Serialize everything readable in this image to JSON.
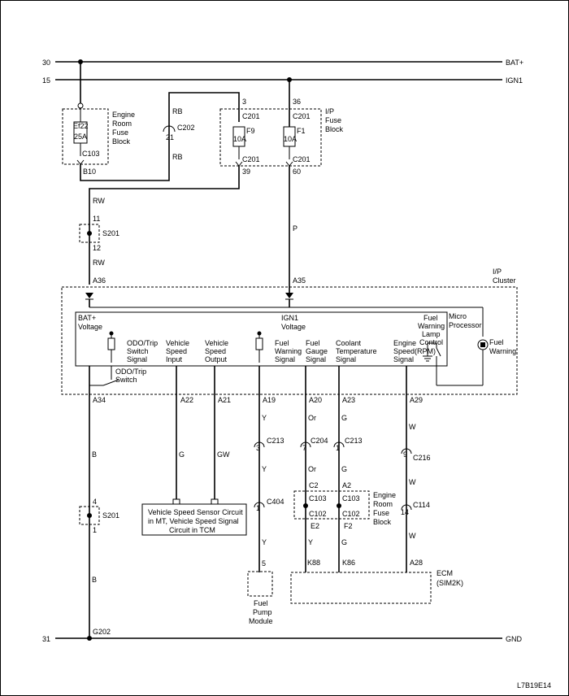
{
  "rails": {
    "r30_num": "30",
    "r30_label": "BAT+",
    "r15_num": "15",
    "r15_label": "IGN1",
    "r31_num": "31",
    "r31_label": "GND"
  },
  "engine_fuse": {
    "name": "Ef22",
    "rating": "25A",
    "connector": "C103",
    "pin": "B10",
    "block_label": [
      "Engine",
      "Room",
      "Fuse",
      "Block"
    ]
  },
  "c202": {
    "wire_top": "RB",
    "name": "C202",
    "pin": "21",
    "wire_bottom": "RB"
  },
  "ip_fuse_block": {
    "label": [
      "I/P",
      "Fuse",
      "Block"
    ],
    "f9": {
      "pin_top": "3",
      "conn_top": "C201",
      "name": "F9",
      "rating": "10A",
      "conn_bottom": "C201",
      "pin_bottom": "39"
    },
    "f1": {
      "pin_top": "36",
      "conn_top": "C201",
      "name": "F1",
      "rating": "10A",
      "conn_bottom": "C201",
      "pin_bottom": "60"
    }
  },
  "s201_top": {
    "wire_in": "RW",
    "pin_top": "11",
    "name": "S201",
    "pin_bottom": "12",
    "wire_out": "RW"
  },
  "p_wire": "P",
  "cluster": {
    "label": [
      "I/P",
      "Cluster"
    ],
    "pin_a36": "A36",
    "pin_a35": "A35",
    "bat_label": [
      "BAT+",
      "Voltage"
    ],
    "ign_label": [
      "IGN1",
      "Voltage"
    ],
    "micro_label": [
      "Micro",
      "Processor"
    ],
    "fuel_lamp_label": [
      "Fuel",
      "Warning",
      "Lamp",
      "Control"
    ],
    "fuel_warning_label": [
      "Fuel",
      "Warning"
    ],
    "signals": {
      "odo": [
        "ODO/Trip",
        "Switch",
        "Signal"
      ],
      "vss_in": [
        "Vehicle",
        "Speed",
        "Input"
      ],
      "vss_out": [
        "Vehicle",
        "Speed",
        "Output"
      ],
      "fuel_warn": [
        "Fuel",
        "Warning",
        "Signal"
      ],
      "fuel_gauge": [
        "Fuel",
        "Gauge",
        "Signal"
      ],
      "coolant": [
        "Coolant",
        "Temperature",
        "Signal"
      ],
      "engine_speed": [
        "Engine",
        "Speed(RPM)",
        "Signal"
      ]
    },
    "odo_switch_label": [
      "ODO/Trip",
      "Switch"
    ],
    "pins": {
      "a34": "A34",
      "a22": "A22",
      "a21": "A21",
      "a19": "A19",
      "a20": "A20",
      "a23": "A23",
      "a29": "A29"
    }
  },
  "wires": {
    "odo": "B",
    "vss_in": "G",
    "vss_out": "GW",
    "fuel_warn_top": "Y",
    "fuel_warn_mid": "Y",
    "fuel_warn_bot": "Y",
    "fuel_gauge_top": "Or",
    "fuel_gauge_mid": "Or",
    "fuel_gauge_bot": "Y",
    "coolant_top": "G",
    "coolant_mid": "G",
    "coolant_bot": "G",
    "rpm_top": "W",
    "rpm_mid": "W",
    "rpm_bot": "W",
    "ground": "B"
  },
  "connectors": {
    "c213_a": {
      "pin": "3",
      "name": "C213"
    },
    "c204": {
      "pin": "7",
      "name": "C204"
    },
    "c213_b": {
      "pin": "1",
      "name": "C213"
    },
    "c216": {
      "pin": "9",
      "name": "C216"
    },
    "c404": {
      "pin": "1",
      "name": "C404"
    },
    "c114": {
      "pin": "14",
      "name": "C114"
    }
  },
  "s201_bottom": {
    "pin_top": "4",
    "name": "S201",
    "pin_bottom": "1"
  },
  "vss_box": [
    "Vehicle Speed Sensor Circuit",
    "in MT, Vehicle Speed Signal",
    "Circuit in TCM"
  ],
  "engine_room_fuse_block2": {
    "c2": "C2",
    "a2": "A2",
    "c103_l": "C103",
    "c103_r": "C103",
    "c102_l": "C102",
    "c102_r": "C102",
    "e2": "E2",
    "f2": "F2",
    "label": [
      "Engine",
      "Room",
      "Fuse",
      "Block"
    ]
  },
  "fuel_pump": {
    "pin": "5",
    "label": [
      "Fuel",
      "Pump",
      "Module"
    ]
  },
  "ecm": {
    "pin_k88": "K88",
    "pin_k86": "K86",
    "pin_a28": "A28",
    "label": [
      "ECM",
      "(SIM2K)"
    ]
  },
  "ground": {
    "name": "G202"
  },
  "figure_id": "L7B19E14"
}
